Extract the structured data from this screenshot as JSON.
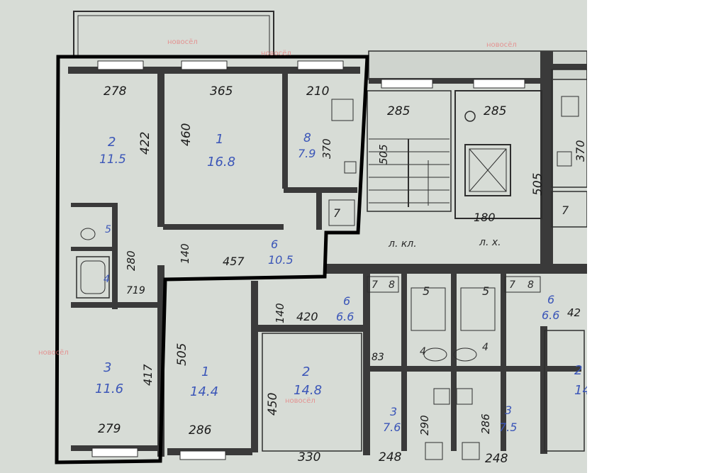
{
  "watermark": "новосёл",
  "colors": {
    "background": "#d7dcd6",
    "walls": "#2e2e2e",
    "outline": "#000000",
    "room_text": "#3b56b8",
    "dim_text": "#1b1b1b",
    "watermark": "#e87a7a"
  },
  "rooms": [
    {
      "id": "room2-top",
      "number": "2",
      "area": "11.5"
    },
    {
      "id": "room1-top",
      "number": "1",
      "area": "16.8"
    },
    {
      "id": "room8-kitchen",
      "number": "8",
      "area": "7.9"
    },
    {
      "id": "room6-hall",
      "number": "6",
      "area": "10.5"
    },
    {
      "id": "room3-left",
      "number": "3",
      "area": "11.6"
    },
    {
      "id": "room1-bottom",
      "number": "1",
      "area": "14.4"
    },
    {
      "id": "room2-bottom",
      "number": "2",
      "area": "14.8"
    },
    {
      "id": "room6-right",
      "number": "6",
      "area": "6.6"
    },
    {
      "id": "room3-mid",
      "number": "3",
      "area": "7.6"
    },
    {
      "id": "room3-mid2",
      "number": "3",
      "area": "7.5"
    },
    {
      "id": "room6-farright",
      "number": "6",
      "area": "6.6"
    },
    {
      "id": "room2-farright",
      "number": "2",
      "area": "14"
    }
  ],
  "small_numbers": [
    "5",
    "4",
    "7",
    "7",
    "8",
    "5",
    "5",
    "7",
    "8",
    "4",
    "4",
    "7"
  ],
  "dimensions": [
    "278",
    "365",
    "210",
    "422",
    "460",
    "370",
    "285",
    "285",
    "505",
    "505",
    "370",
    "180",
    "280",
    "140",
    "457",
    "719",
    "140",
    "420",
    "505",
    "417",
    "279",
    "286",
    "450",
    "330",
    "83",
    "290",
    "286",
    "248",
    "248",
    "42"
  ],
  "labels": {
    "stair_landing": "л. кл.",
    "lift_hall": "л. х."
  }
}
